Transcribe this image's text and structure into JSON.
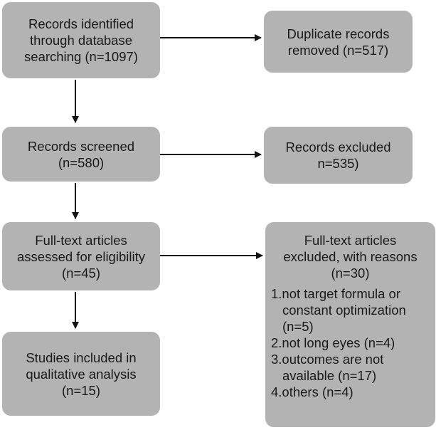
{
  "flow": {
    "identified": {
      "lines": [
        "Records identified",
        "through database",
        "searching (n=1097)"
      ]
    },
    "duplicates": {
      "lines": [
        "Duplicate records",
        "removed (n=517)"
      ]
    },
    "screened": {
      "lines": [
        "Records screened",
        "(n=580)"
      ]
    },
    "excluded": {
      "lines": [
        "Records excluded",
        "n=535)"
      ]
    },
    "fulltext": {
      "lines": [
        "Full-text articles",
        "assessed for eligibility",
        "(n=45)"
      ]
    },
    "included": {
      "lines": [
        "Studies included in",
        "qualitative analysis",
        "(n=15)"
      ]
    },
    "reasons": {
      "head_lines": [
        "Full-text articles",
        "excluded, with reasons",
        "(n=30)"
      ],
      "items": [
        {
          "first": "1.not target formula or",
          "rest": [
            "constant optimization",
            "(n=5)"
          ]
        },
        {
          "first": "2.not long eyes (n=4)",
          "rest": []
        },
        {
          "first": "3.outcomes are not",
          "rest": [
            "available (n=17)"
          ]
        },
        {
          "first": "4.others (n=4)",
          "rest": []
        }
      ]
    }
  },
  "colors": {
    "box_fill": "#b3b3b3",
    "arrow": "#111111"
  }
}
